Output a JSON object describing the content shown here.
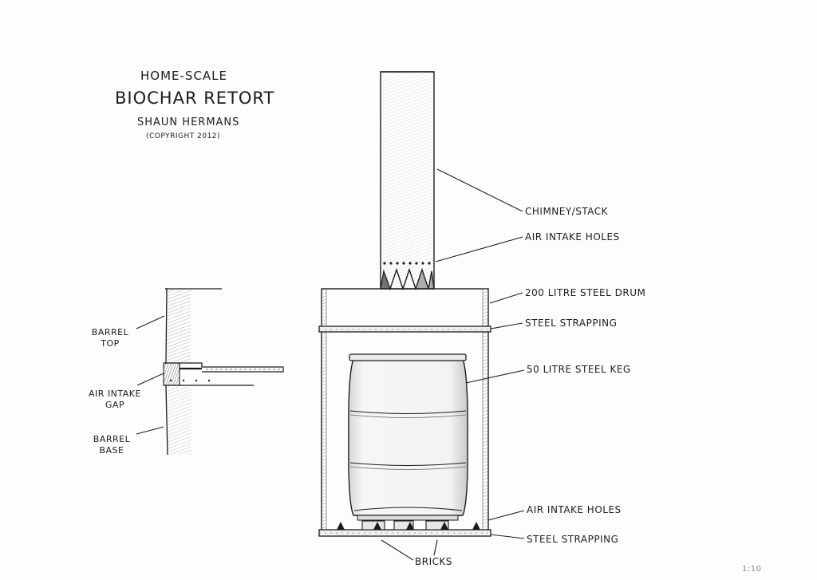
{
  "title": {
    "line1": "HOME-SCALE",
    "line2": "BIOCHAR RETORT",
    "author": "SHAUN HERMANS",
    "copyright": "(COPYRIGHT 2012)"
  },
  "labels": {
    "chimney": "CHIMNEY/STACK",
    "air_intake_top": "AIR INTAKE HOLES",
    "drum": "200 LITRE STEEL DRUM",
    "strapping_top": "STEEL STRAPPING",
    "keg": "50 LITRE STEEL KEG",
    "air_intake_bottom": "AIR INTAKE HOLES",
    "strapping_bottom": "STEEL STRAPPING",
    "bricks": "BRICKS"
  },
  "detail": {
    "barrel_top_1": "BARREL",
    "barrel_top_2": "TOP",
    "air_gap_1": "AIR INTAKE",
    "air_gap_2": "GAP",
    "barrel_base_1": "BARREL",
    "barrel_base_2": "BASE"
  },
  "scale": "1:10",
  "colors": {
    "ink": "#1c1c1c",
    "shade": "#6e6e6e",
    "paper": "#fdfdfc"
  }
}
